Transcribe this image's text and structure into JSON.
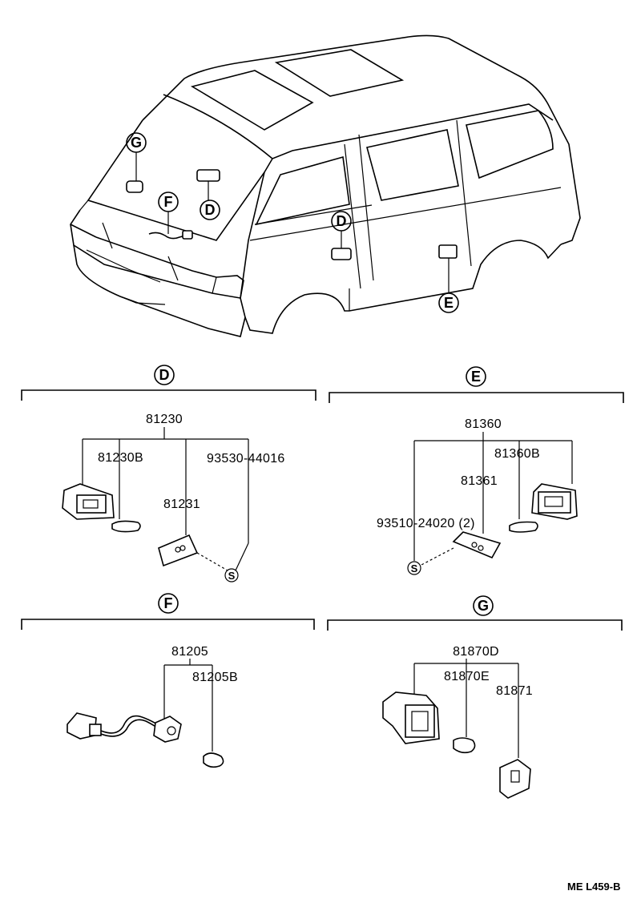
{
  "vehicle_callouts": {
    "g": "G",
    "f": "F",
    "d_top": "D",
    "d_door": "D",
    "e": "E"
  },
  "sections": {
    "d": {
      "letter": "D",
      "assembly": "81230",
      "bulb": "81230B",
      "screw": "93530-44016",
      "lens": "81231",
      "screw_mark": "S"
    },
    "e": {
      "letter": "E",
      "assembly": "81360",
      "bulb": "81360B",
      "lens": "81361",
      "screw": "93510-24020 (2)",
      "screw_mark": "S"
    },
    "f": {
      "letter": "F",
      "assembly": "81205",
      "bulb": "81205B"
    },
    "g": {
      "letter": "G",
      "assembly": "81870D",
      "bulb": "81870E",
      "cover": "81871"
    }
  },
  "reference": "ME L459-B"
}
